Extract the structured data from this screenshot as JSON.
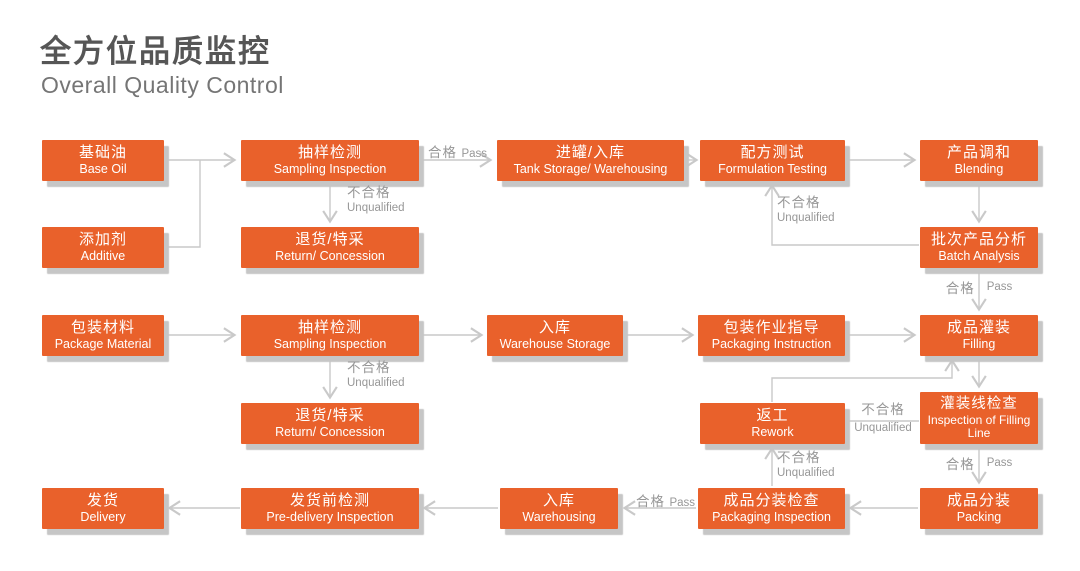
{
  "title": {
    "zh": "全方位品质监控",
    "en": "Overall Quality Control"
  },
  "colors": {
    "node_orange": "#E9612B",
    "node_shadow": "#C6C6C6",
    "wire_gray": "#C9C9C9",
    "label_gray": "#979797",
    "title_zh_gray": "#565656",
    "title_en_gray": "#757575"
  },
  "nodes": {
    "base_oil": {
      "zh": "基础油",
      "en": "Base Oil"
    },
    "additive": {
      "zh": "添加剂",
      "en": "Additive"
    },
    "sampling_inspection_1": {
      "zh": "抽样检测",
      "en": "Sampling Inspection"
    },
    "return_concession_1": {
      "zh": "退货/特采",
      "en": "Return/ Concession"
    },
    "tank_storage": {
      "zh": "进罐/入库",
      "en": "Tank Storage/ Warehousing"
    },
    "formulation_testing": {
      "zh": "配方测试",
      "en": "Formulation Testing"
    },
    "blending": {
      "zh": "产品调和",
      "en": "Blending"
    },
    "batch_analysis": {
      "zh": "批次产品分析",
      "en": "Batch Analysis"
    },
    "package_material": {
      "zh": "包装材料",
      "en": "Package Material"
    },
    "sampling_inspection_2": {
      "zh": "抽样检测",
      "en": "Sampling Inspection"
    },
    "return_concession_2": {
      "zh": "退货/特采",
      "en": "Return/ Concession"
    },
    "warehouse_storage": {
      "zh": "入库",
      "en": "Warehouse Storage"
    },
    "packaging_instruction": {
      "zh": "包装作业指导",
      "en": "Packaging Instruction"
    },
    "filling": {
      "zh": "成品灌装",
      "en": "Filling"
    },
    "inspection_filling_line": {
      "zh": "灌装线检查",
      "en": "Inspection of Filling Line"
    },
    "rework": {
      "zh": "返工",
      "en": "Rework"
    },
    "packing": {
      "zh": "成品分装",
      "en": "Packing"
    },
    "delivery": {
      "zh": "发货",
      "en": "Delivery"
    },
    "pre_delivery_inspection": {
      "zh": "发货前检测",
      "en": "Pre-delivery Inspection"
    },
    "warehousing": {
      "zh": "入库",
      "en": "Warehousing"
    },
    "packaging_inspection": {
      "zh": "成品分装检查",
      "en": "Packaging Inspection"
    }
  },
  "labels": {
    "pass": {
      "zh": "合格",
      "en": "Pass"
    },
    "unqualified": {
      "zh": "不合格",
      "en": "Unqualified"
    }
  }
}
